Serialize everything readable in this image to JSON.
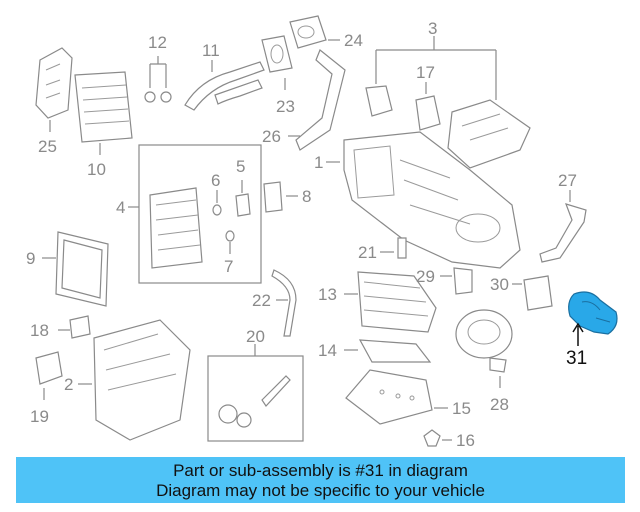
{
  "diagram": {
    "highlight_color": "#29a8e8",
    "callouts": {
      "n1": "1",
      "n2": "2",
      "n3": "3",
      "n4": "4",
      "n5": "5",
      "n6": "6",
      "n7": "7",
      "n8": "8",
      "n9": "9",
      "n10": "10",
      "n11": "11",
      "n12": "12",
      "n13": "13",
      "n14": "14",
      "n15": "15",
      "n16": "16",
      "n17": "17",
      "n18": "18",
      "n19": "19",
      "n20": "20",
      "n21": "21",
      "n22": "22",
      "n23": "23",
      "n24": "24",
      "n25": "25",
      "n26": "26",
      "n27": "27",
      "n28": "28",
      "n29": "29",
      "n30": "30",
      "n31": "31"
    }
  },
  "caption": {
    "line1": "Part or sub-assembly is #31 in diagram",
    "line2": "Diagram may not be specific to your vehicle",
    "background": "#4fc3f7"
  }
}
